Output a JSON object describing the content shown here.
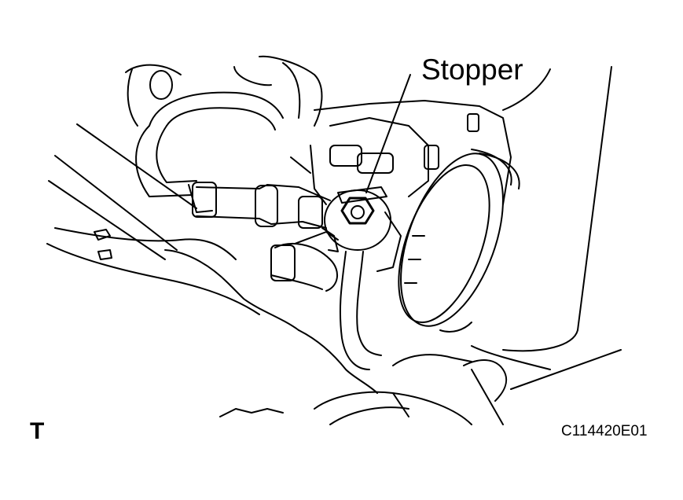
{
  "diagram": {
    "callout_label": "Stopper",
    "view_mark": "T",
    "figure_id": "C114420E01"
  },
  "colors": {
    "line": "#000000",
    "background": "#ffffff"
  }
}
